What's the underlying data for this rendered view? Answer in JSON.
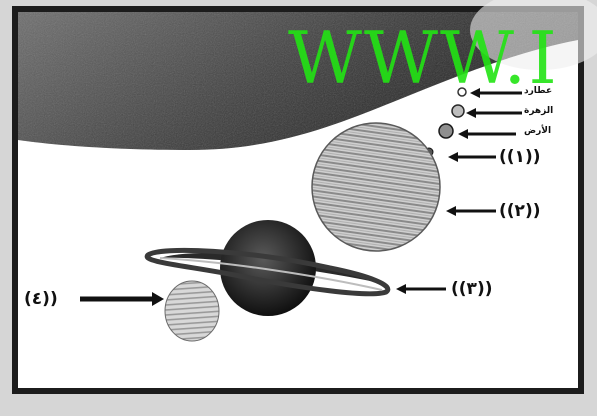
{
  "watermark": "WWW.I",
  "planet_labels": {
    "mercury": "عطارد",
    "venus": "الزهرة",
    "earth": "الأرض"
  },
  "numbered_labels": {
    "label_1": "((١))",
    "label_2": "((٢))",
    "label_3": "((٣))",
    "label_4": "(٤))"
  }
}
